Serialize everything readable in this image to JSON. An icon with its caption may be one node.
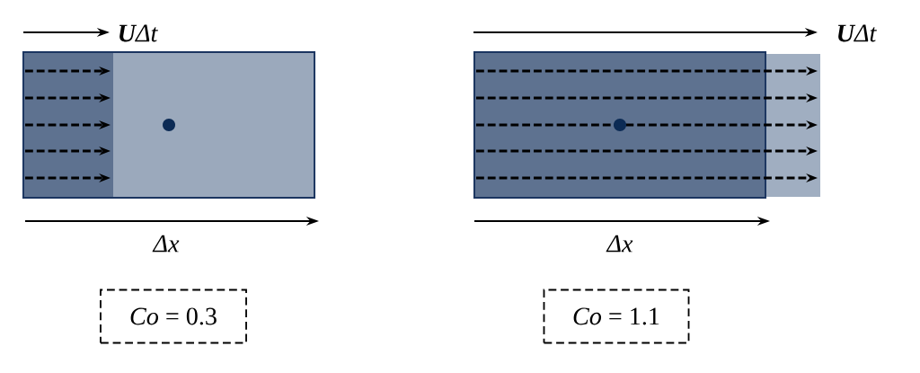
{
  "diagram": {
    "nodes": [
      {
        "text": [],
        "shape": "box"
      },
      {
        "text": [],
        "shape": "box"
      },
      {
        "text": [
          "*Co* = 0.3"
        ]
      },
      {
        "text": [
          "*Co* = 1.1"
        ]
      }
    ],
    "labels": [
      "**U**Δt",
      "**U**Δt",
      "Δx",
      "Δx"
    ]
  }
}
